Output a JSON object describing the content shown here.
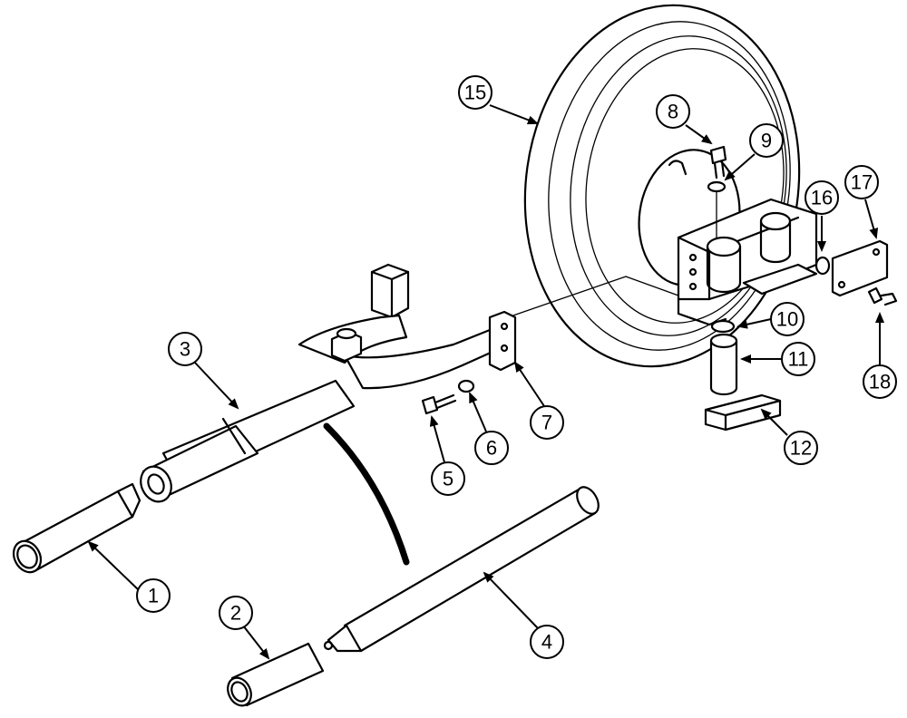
{
  "callouts": [
    {
      "id": "1",
      "label": "1"
    },
    {
      "id": "2",
      "label": "2"
    },
    {
      "id": "3",
      "label": "3"
    },
    {
      "id": "4",
      "label": "4"
    },
    {
      "id": "5",
      "label": "5"
    },
    {
      "id": "6",
      "label": "6"
    },
    {
      "id": "7",
      "label": "7"
    },
    {
      "id": "8",
      "label": "8"
    },
    {
      "id": "9",
      "label": "9"
    },
    {
      "id": "10",
      "label": "10"
    },
    {
      "id": "11",
      "label": "11"
    },
    {
      "id": "12",
      "label": "12"
    },
    {
      "id": "15",
      "label": "15"
    },
    {
      "id": "16",
      "label": "16"
    },
    {
      "id": "17",
      "label": "17"
    },
    {
      "id": "18",
      "label": "18"
    }
  ]
}
